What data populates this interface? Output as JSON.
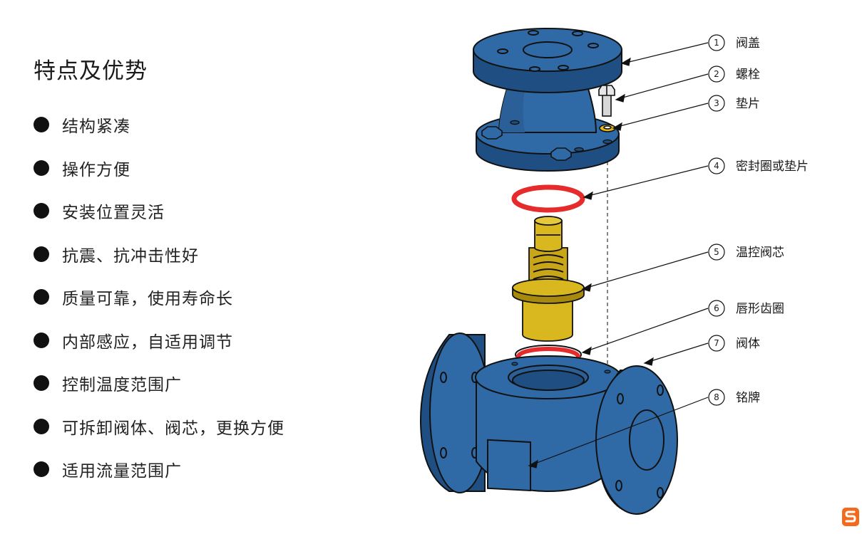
{
  "features": {
    "title": "特点及优势",
    "items": [
      "结构紧凑",
      "操作方便",
      "安装位置灵活",
      "抗震、抗冲击性好",
      "质量可靠，使用寿命长",
      "内部感应，自适用调节",
      "控制温度范围广",
      "可拆卸阀体、阀芯，更换方便",
      "适用流量范围广"
    ]
  },
  "callouts": [
    {
      "num": "1",
      "label": "阀盖"
    },
    {
      "num": "2",
      "label": "螺栓"
    },
    {
      "num": "3",
      "label": "垫片"
    },
    {
      "num": "4",
      "label": "密封圈或垫片"
    },
    {
      "num": "5",
      "label": "温控阀芯"
    },
    {
      "num": "6",
      "label": "唇形齿圈"
    },
    {
      "num": "7",
      "label": "阀体"
    },
    {
      "num": "8",
      "label": "铭牌"
    }
  ],
  "colors": {
    "valve_blue": "#2f6aa6",
    "valve_blue_dark": "#1f4f82",
    "brass": "#d9b81f",
    "brass_dark": "#a8890f",
    "seal_red": "#e52b2b",
    "logo_orange": "#f26b1d"
  }
}
